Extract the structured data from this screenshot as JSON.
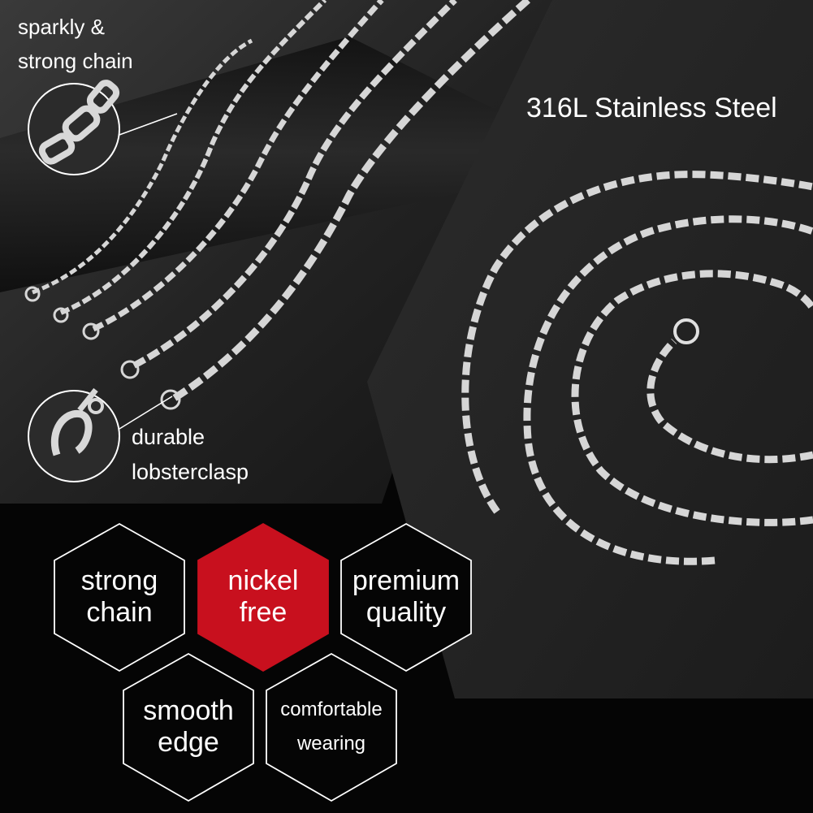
{
  "product": {
    "material_title": "316L Stainless Steel"
  },
  "callouts": {
    "chain_line1": "sparkly &",
    "chain_line2": "strong chain",
    "clasp_line1": "durable",
    "clasp_line2": "lobsterclasp"
  },
  "features": [
    {
      "line1": "strong",
      "line2": "chain",
      "highlighted": false
    },
    {
      "line1": "nickel",
      "line2": "free",
      "highlighted": true
    },
    {
      "line1": "premium",
      "line2": "quality",
      "highlighted": false
    },
    {
      "line1": "smooth",
      "line2": "edge",
      "highlighted": false
    },
    {
      "line1": "comfortable",
      "line2": "wearing",
      "highlighted": false
    }
  ],
  "colors": {
    "highlight": "#c8101e",
    "hex_outline": "#ffffff",
    "chain_silver": "#d9d9d9",
    "background": "#050505"
  },
  "icons": [
    "chain-link-zoom-icon",
    "lobster-clasp-zoom-icon"
  ]
}
